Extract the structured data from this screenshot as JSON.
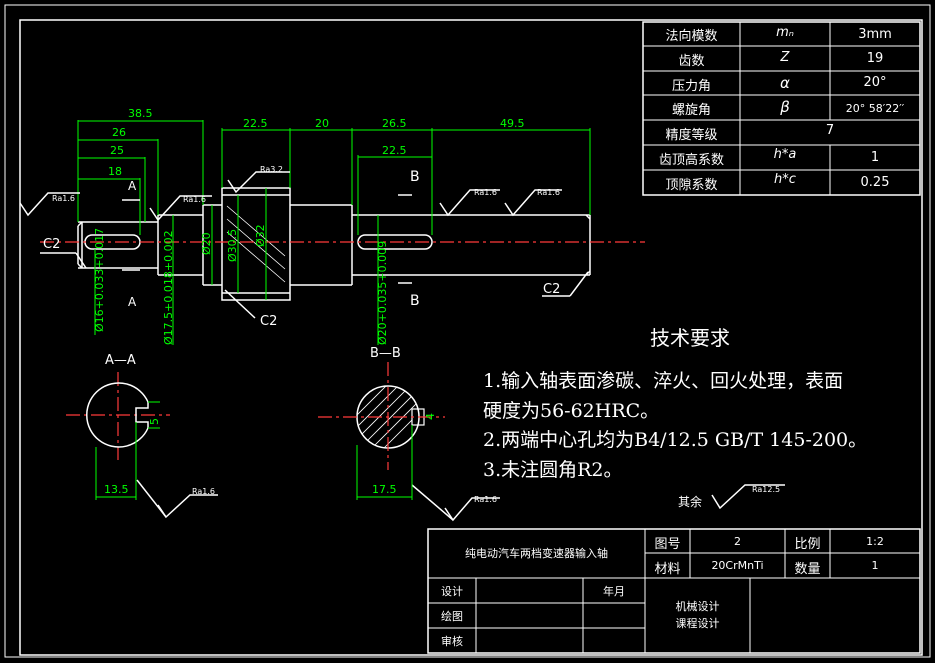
{
  "params": [
    {
      "name": "法向模数",
      "symbol": "mₙ",
      "value": "3mm"
    },
    {
      "name": "齿数",
      "symbol": "Z",
      "value": "19"
    },
    {
      "name": "压力角",
      "symbol": "α",
      "value": "20°"
    },
    {
      "name": "螺旋角",
      "symbol": "β",
      "value": "20° 58′22′′"
    },
    {
      "name": "精度等级",
      "symbol": "",
      "value": "7"
    },
    {
      "name": "齿顶高系数",
      "symbol": "h*a",
      "value": "1"
    },
    {
      "name": "顶隙系数",
      "symbol": "h*c",
      "value": "0.25"
    }
  ],
  "tech": {
    "title": "技术要求",
    "line1": "1.输入轴表面渗碳、淬火、回火处理，表面",
    "line2": "硬度为56-62HRC。",
    "line3": "2.两端中心孔均为B4/12.5 GB/T 145-200。",
    "line4": "3.未注圆角R2。"
  },
  "dims": {
    "d385": "38.5",
    "d26": "26",
    "d25": "25",
    "d18": "18",
    "d225a": "22.5",
    "d20": "20",
    "d265": "26.5",
    "d495": "49.5",
    "d225b": "22.5",
    "phi16": "Ø16+0.033+0.017",
    "phi175": "Ø17.5+0.018+0.002",
    "phi20v": "Ø20",
    "phi305": "Ø30.5",
    "phi32": "Ø32",
    "phi20b": "Ø20+0.035+0.009",
    "d135": "13.5",
    "d175": "17.5",
    "d5": "5",
    "d4": "4"
  },
  "labels": {
    "A": "A",
    "B": "B",
    "C2": "C2",
    "secAA": "A—A",
    "secBB": "B—B",
    "ra16": "Ra1.6",
    "ra32": "Ra3.2",
    "ra125": "Ra12.5",
    "rest": "其余"
  },
  "title_block": {
    "part_name": "纯电动汽车两档变速器输入轴",
    "drawing_no_label": "图号",
    "drawing_no": "2",
    "scale_label": "比例",
    "scale": "1:2",
    "material_label": "材料",
    "material": "20CrMnTi",
    "qty_label": "数量",
    "qty": "1",
    "design": "设计",
    "date": "年月",
    "draw": "绘图",
    "check": "审核",
    "course1": "机械设计",
    "course2": "课程设计"
  }
}
